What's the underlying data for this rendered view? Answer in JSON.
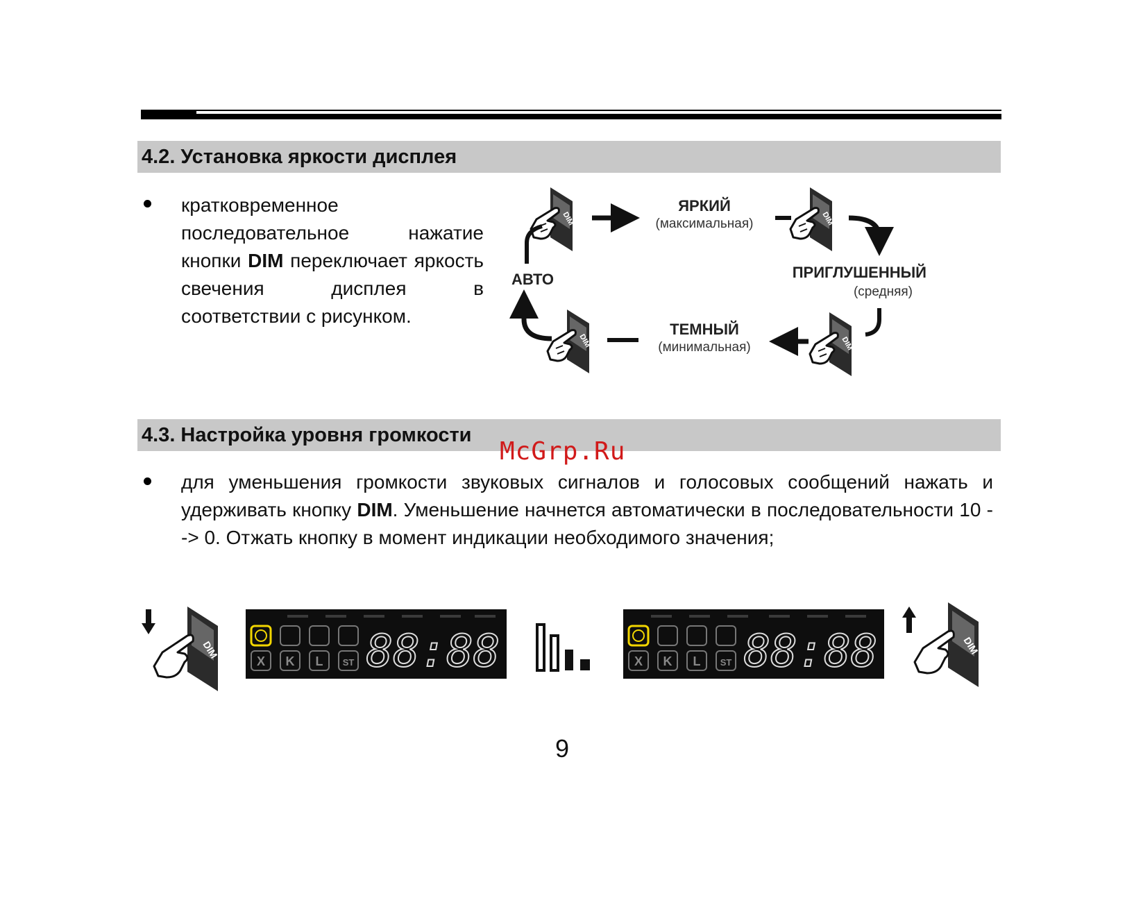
{
  "section_42": {
    "title": "4.2. Установка яркости дисплея",
    "text_before": "кратковременное последовательное нажатие кнопки ",
    "text_bold": "DIM",
    "text_after": " переключает яркость свечения дисплея в соответствии с рисунком."
  },
  "brightness_cycle": {
    "bright_label": "ЯРКИЙ",
    "bright_sub": "(максимальная)",
    "muted_label": "ПРИГЛУШЕННЫЙ",
    "muted_sub": "(средняя)",
    "dark_label": "ТЕМНЫЙ",
    "dark_sub": "(минимальная)",
    "auto_label": "АВТО",
    "button_label": "DIM"
  },
  "section_43": {
    "title": "4.3. Настройка уровня громкости",
    "text_before": "для уменьшения громкости звуковых сигналов и голосовых сообщений нажать и удерживать кнопку ",
    "text_bold": "DIM",
    "text_after": ". Уменьшение начнется автоматически в последовательности 10 --> 0. Отжать кнопку в момент индикации необходимого значения;"
  },
  "display_panel": {
    "icon_labels": [
      "X",
      "K",
      "L",
      "ST"
    ],
    "digits": "88:88"
  },
  "watermark": "McGrp.Ru",
  "page_number": "9",
  "colors": {
    "section_bar": "#c8c8c8",
    "watermark": "#d11a1a",
    "display_bg": "#0e0e0e",
    "display_highlight": "#f2d600"
  }
}
